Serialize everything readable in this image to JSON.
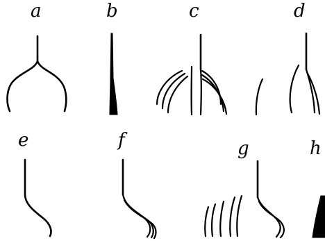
{
  "figure": {
    "panels": [
      {
        "id": "a",
        "label": "a"
      },
      {
        "id": "b",
        "label": "b"
      },
      {
        "id": "c",
        "label": "c"
      },
      {
        "id": "d",
        "label": "d"
      },
      {
        "id": "e",
        "label": "e"
      },
      {
        "id": "f",
        "label": "f"
      },
      {
        "id": "g",
        "label": "g"
      },
      {
        "id": "h",
        "label": "h"
      }
    ],
    "colors": {
      "ink": "#000000",
      "background": "#ffffff"
    }
  }
}
